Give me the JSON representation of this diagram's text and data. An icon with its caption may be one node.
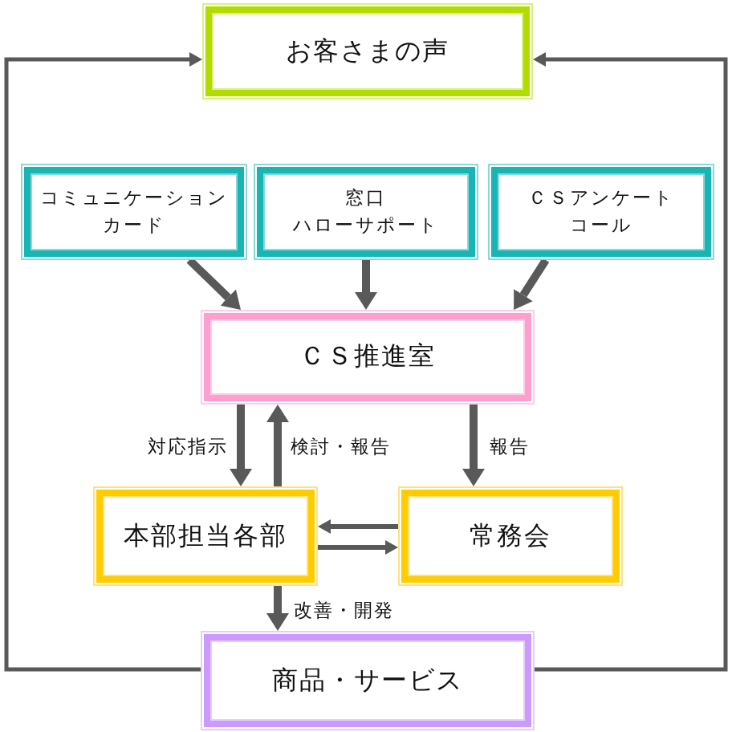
{
  "diagram": {
    "nodes": [
      {
        "text": [
          "お客さまの声"
        ]
      },
      {
        "text": [
          "コミュニケーションカード"
        ]
      },
      {
        "text": [
          "窓口",
          "ハローサポート"
        ]
      },
      {
        "text": [
          "ＣＳアンケートコール"
        ]
      },
      {
        "text": [
          "ＣＳ推進室"
        ]
      },
      {
        "text": [
          "本部担当各部"
        ]
      },
      {
        "text": [
          "常務会"
        ]
      },
      {
        "text": [
          "商品・サービス"
        ]
      }
    ],
    "edges": [
      {
        "from": 7,
        "to": 0,
        "arrow": "to"
      },
      {
        "from": 7,
        "to": 0,
        "arrow": "to"
      },
      {
        "from": 1,
        "to": 4,
        "arrow": "to"
      },
      {
        "from": 2,
        "to": 4,
        "arrow": "to"
      },
      {
        "from": 3,
        "to": 4,
        "arrow": "to"
      },
      {
        "from": 4,
        "to": 5,
        "arrow": "to",
        "label": "対応指示"
      },
      {
        "from": 5,
        "to": 4,
        "arrow": "to",
        "label": "検討・報告"
      },
      {
        "from": 4,
        "to": 6,
        "arrow": "to",
        "label": "報告"
      },
      {
        "from": 6,
        "to": 5,
        "arrow": "to"
      },
      {
        "from": 5,
        "to": 6,
        "arrow": "to"
      },
      {
        "from": 5,
        "to": 7,
        "arrow": "to",
        "label": "改善・開発"
      }
    ]
  }
}
